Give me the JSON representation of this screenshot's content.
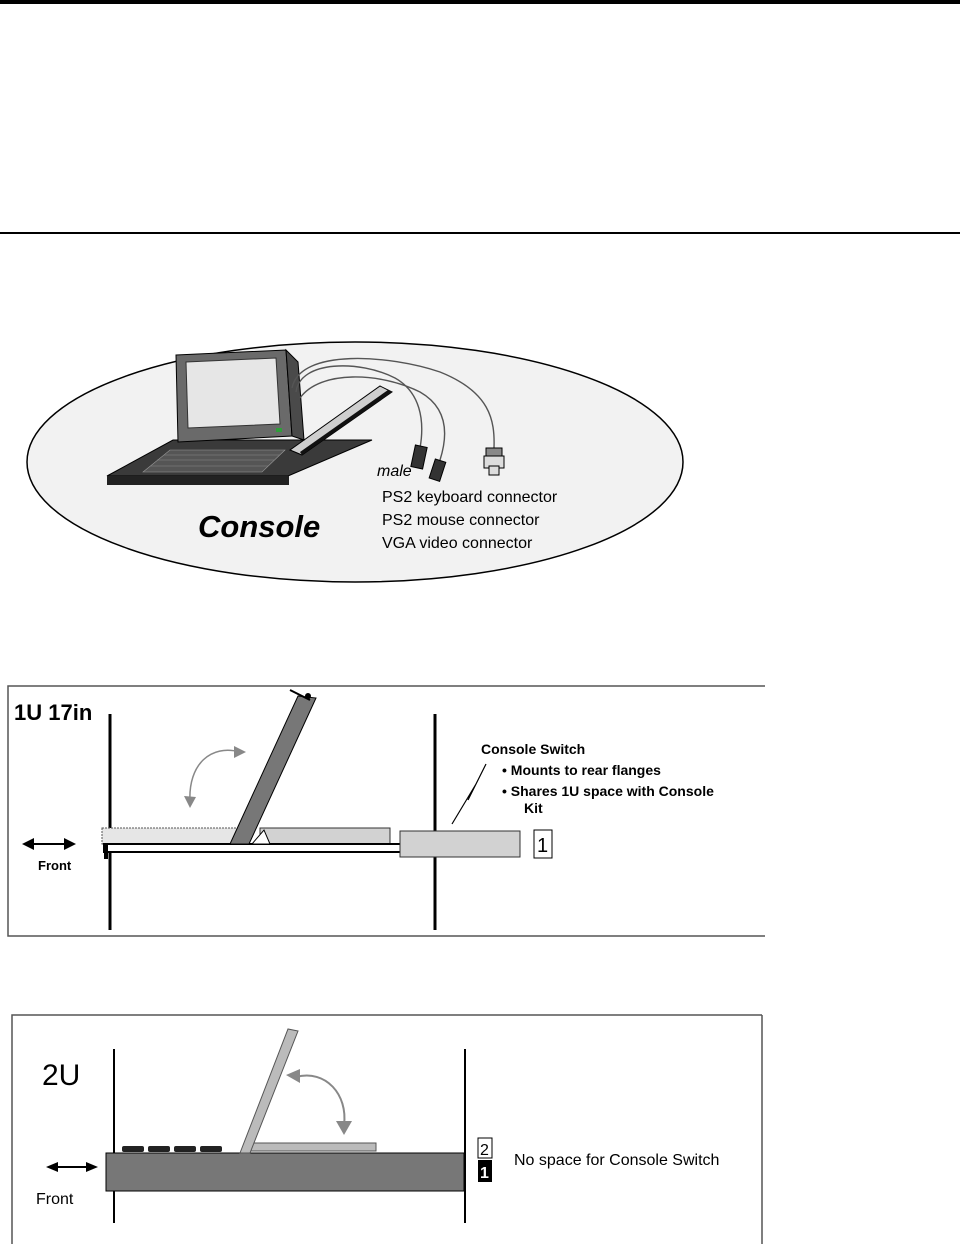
{
  "figure1": {
    "title": "Console",
    "male_label": "male",
    "connectors": [
      "PS2 keyboard connector",
      "PS2 mouse connector",
      "VGA video connector"
    ]
  },
  "figure2": {
    "config_label": "1U 17in",
    "switch_title": "Console Switch",
    "bullet_1": "Mounts to rear flanges",
    "bullet_2a": "Shares 1U space with Console",
    "bullet_2b": "Kit",
    "front_label": "Front",
    "unit_number": "1"
  },
  "figure3": {
    "config_label": "2U",
    "front_label": "Front",
    "unit_top": "2",
    "unit_bottom": "1",
    "note": "No space for Console Switch"
  }
}
